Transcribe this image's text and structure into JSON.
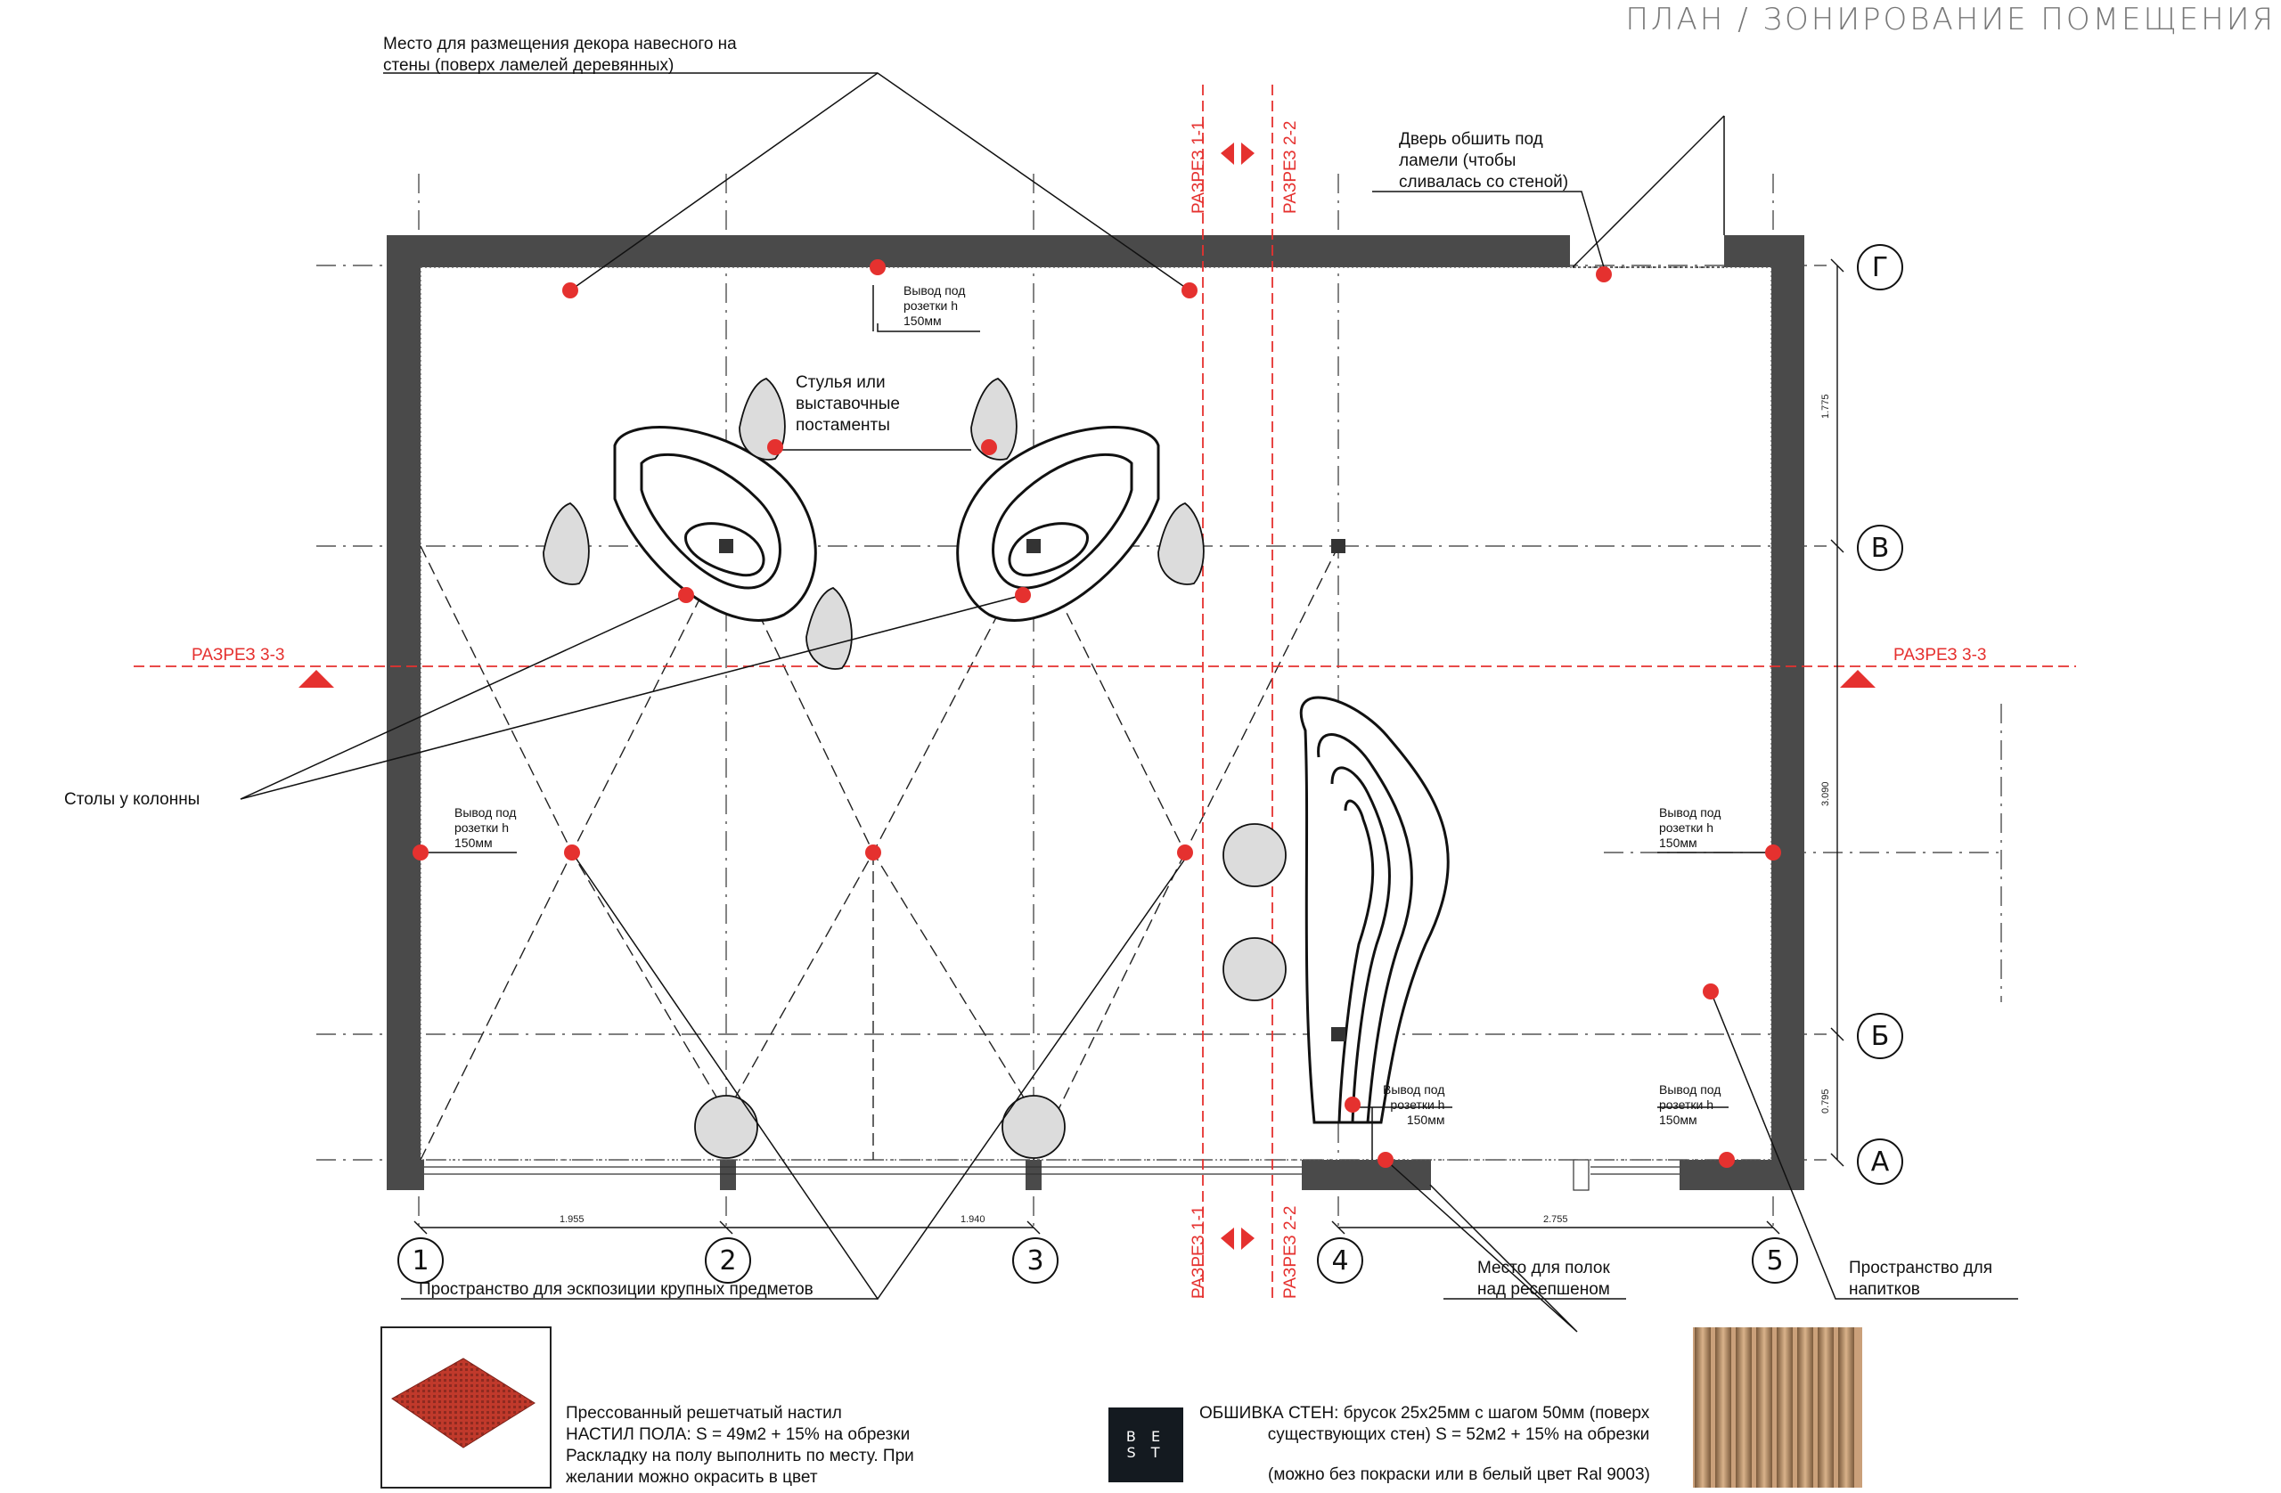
{
  "title": "ПЛАН / ЗОНИРОВАНИЕ ПОМЕЩЕНИЯ",
  "annotations": {
    "decor": "Место для размещения декора навесного на\nстены (поверх ламелей деревянных)",
    "door": "Дверь обшить под\nламели (чтобы\nсливалась со стеной)",
    "chairs": "Стулья или\nвыставочные\nпостаменты",
    "tables": "Столы у колонны",
    "large_items": "Пространство для эскпозиции крупных предметов",
    "shelves": "Место для полок\nнад ресепшеном",
    "drinks": "Пространство для\nнапитков"
  },
  "outlets": {
    "top": "Вывод под\nрозетки h\n150мм",
    "left": "Вывод под\nрозетки h\n150мм",
    "right": "Вывод под\nрозетки h\n150мм",
    "bottom_center": "Вывод под\nрозетки h\n150мм",
    "bottom_right": "Вывод под\nрозетки h\n150мм"
  },
  "sections": {
    "s11": "РАЗРЕЗ 1-1",
    "s22": "РАЗРЕЗ 2-2",
    "s33": "РАЗРЕЗ 3-3"
  },
  "axes_columns": [
    "1",
    "2",
    "3",
    "4",
    "5"
  ],
  "axes_rows": [
    "Г",
    "В",
    "Б",
    "А"
  ],
  "dimensions": {
    "d12": "1.955",
    "d23": "1.940",
    "d45": "2.755",
    "dGV": "1.775",
    "dVB": "3.090",
    "dBA": "0.795"
  },
  "materials": {
    "floor": "Прессованный решетчатый настил\nНАСТИЛ ПОЛА: S = 49м2 + 15% на обрезки\nРаскладку на полу выполнить по месту. При\nжелании можно окрасить в цвет",
    "walls": "ОБШИВКА СТЕН: брусок 25х25мм с шагом 50мм (поверх\nсуществующих стен) S = 52м2 + 15% на обрезки",
    "walls_note": "(можно без покраски или в белый цвет Ral 9003)",
    "logo_top": "B E",
    "logo_bottom": "S T"
  },
  "colors": {
    "wall": "#4a4a4a",
    "accent": "#e5312f",
    "furniture": "#dcdcdc"
  }
}
